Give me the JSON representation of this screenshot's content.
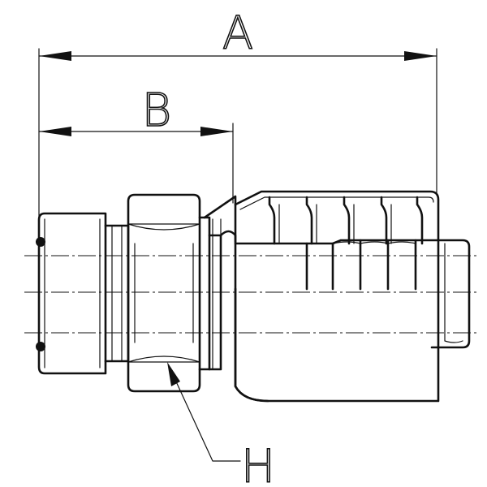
{
  "drawing": {
    "labels": {
      "overall_length": "A",
      "nut_length": "B",
      "hex": "H"
    }
  }
}
